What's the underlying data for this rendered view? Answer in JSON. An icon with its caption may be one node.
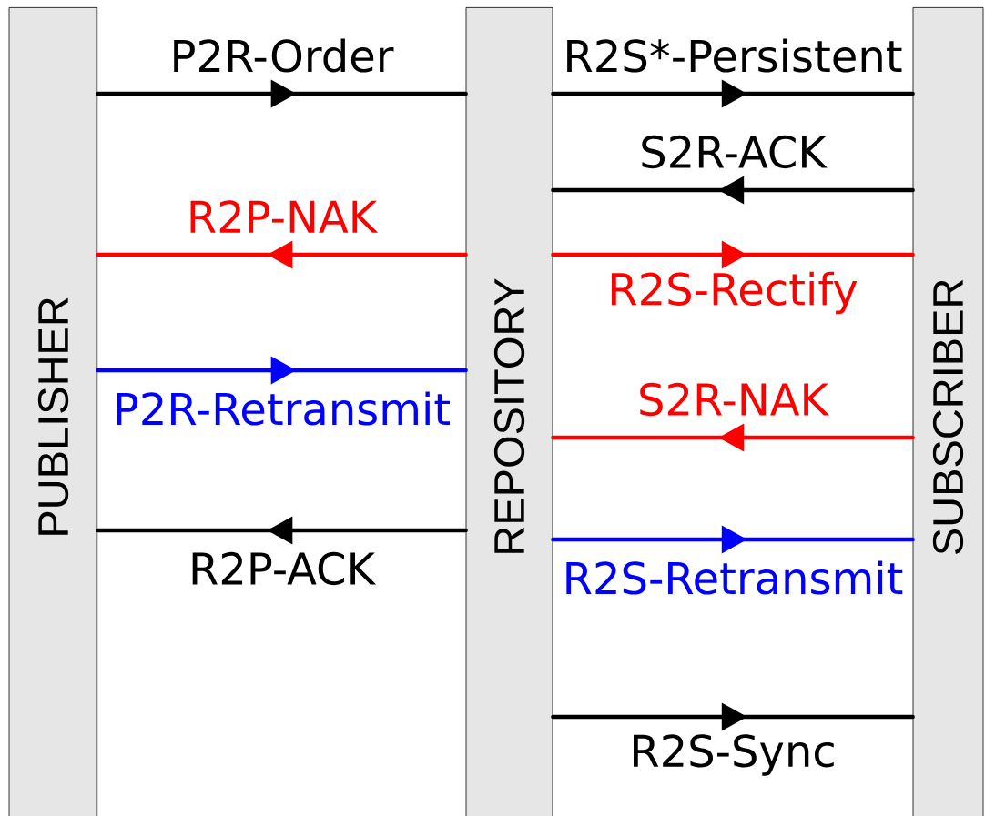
{
  "diagram": {
    "nodes": [
      {
        "text": [
          "PUBLISHER"
        ]
      },
      {
        "text": [
          "REPOSITORY"
        ]
      },
      {
        "text": [
          "SUBSCRIBER"
        ]
      }
    ],
    "edges": [
      {
        "from": 0,
        "to": 1,
        "arrow": "to",
        "label": "P2R-Order"
      },
      {
        "from": 1,
        "to": 2,
        "arrow": "to",
        "label": "R2S*-Persistent"
      },
      {
        "from": 2,
        "to": 1,
        "arrow": "to",
        "label": "S2R-ACK"
      },
      {
        "from": 1,
        "to": 0,
        "arrow": "to",
        "label": "R2P-NAK",
        "color": "#ff0000"
      },
      {
        "from": 1,
        "to": 2,
        "arrow": "to",
        "label": "R2S-Rectify",
        "color": "#ff0000"
      },
      {
        "from": 0,
        "to": 1,
        "arrow": "to",
        "label": "P2R-Retransmit",
        "color": "#0000ff"
      },
      {
        "from": 2,
        "to": 1,
        "arrow": "to",
        "label": "S2R-NAK",
        "color": "#ff0000"
      },
      {
        "from": 1,
        "to": 0,
        "arrow": "to",
        "label": "R2P-ACK"
      },
      {
        "from": 1,
        "to": 2,
        "arrow": "to",
        "label": "R2S-Retransmit",
        "color": "#0000ff"
      },
      {
        "from": 1,
        "to": 2,
        "arrow": "to",
        "label": "R2S-Sync"
      }
    ]
  }
}
